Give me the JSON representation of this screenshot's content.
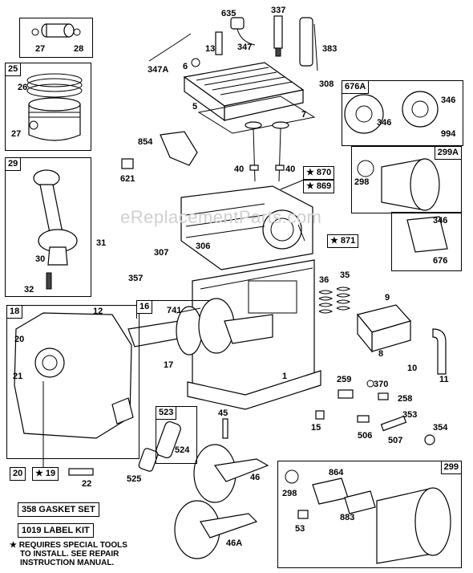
{
  "watermark": "eReplacementParts.com",
  "boxes": {
    "b25": "25",
    "b29": "29",
    "b18": "18",
    "b16": "16",
    "b523": "523",
    "b676A": "676A",
    "b299A": "299A",
    "b299": "299"
  },
  "labels": {
    "l27a": "27",
    "l28": "28",
    "l26": "26",
    "l27b": "27",
    "l635": "635",
    "l337": "337",
    "l347": "347",
    "l13": "13",
    "l383": "383",
    "l347A": "347A",
    "l6": "6",
    "l308": "308",
    "l5": "5",
    "l7": "7",
    "l346a": "346",
    "l346b": "346",
    "l994": "994",
    "l854": "854",
    "l621": "621",
    "l40a": "40",
    "l40b": "40",
    "l298a": "298",
    "l31": "31",
    "l30": "30",
    "l32": "32",
    "l307": "307",
    "l306": "306",
    "l346c": "346",
    "l676": "676",
    "l357": "357",
    "l36": "36",
    "l35": "35",
    "l9": "9",
    "l12": "12",
    "l741": "741",
    "l20": "20",
    "l21": "21",
    "l17": "17",
    "l1": "1",
    "l8": "8",
    "l10": "10",
    "l11": "11",
    "l259": "259",
    "l370": "370",
    "l258": "258",
    "l45": "45",
    "l15": "15",
    "l353": "353",
    "l506": "506",
    "l507": "507",
    "l354": "354",
    "l524": "524",
    "l525": "525",
    "l22": "22",
    "l46": "46",
    "l864": "864",
    "l298b": "298",
    "l883": "883",
    "l53": "53",
    "l46A": "46A",
    "l20b": "20"
  },
  "star_tags": {
    "t870": "★ 870",
    "t869": "★ 869",
    "t871": "★ 871",
    "t19": "★ 19"
  },
  "kits": {
    "gasket": "358 GASKET SET",
    "label": "1019 LABEL KIT"
  },
  "note": {
    "line1": "★ REQUIRES SPECIAL TOOLS",
    "line2": "TO INSTALL.  SEE REPAIR",
    "line3": "INSTRUCTION MANUAL."
  }
}
